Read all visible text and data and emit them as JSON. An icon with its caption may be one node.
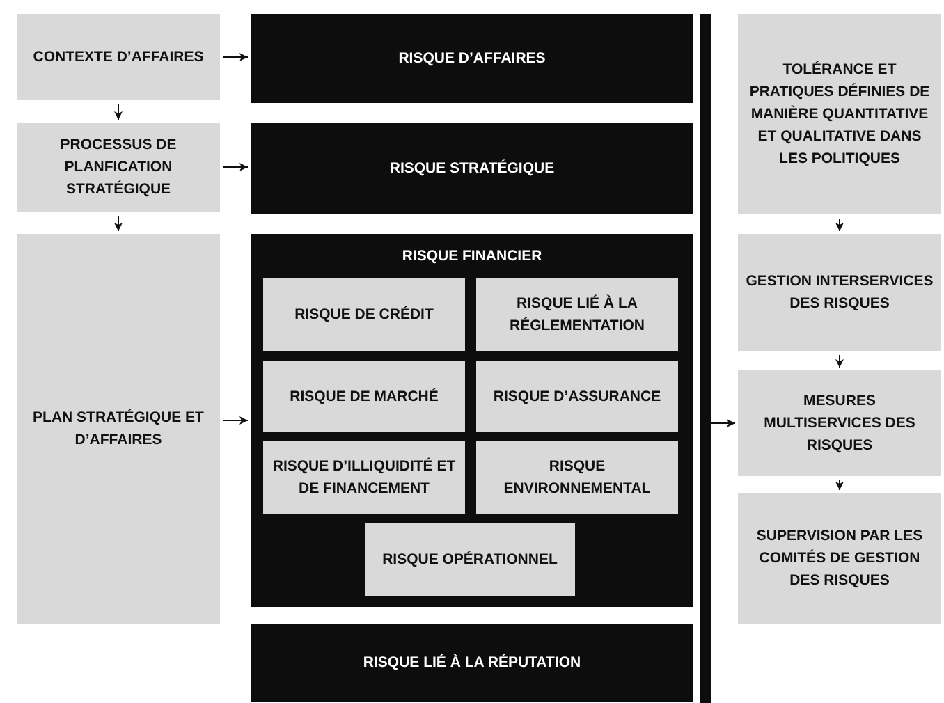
{
  "diagram": {
    "nodes": [
      {
        "text": [
          "CONTEXTE D’AFFAIRES"
        ]
      },
      {
        "text": [
          "RISQUE D’AFFAIRES"
        ]
      },
      {
        "text": [
          "PROCESSUS DE PLANFICATION STRATÉGIQUE"
        ]
      },
      {
        "text": [
          "RISQUE STRATÉGIQUE"
        ]
      },
      {
        "text": [
          "PLAN STRATÉGIQUE ET D’AFFAIRES"
        ]
      },
      {
        "text": [
          "RISQUE FINANCIER"
        ]
      },
      {
        "text": [
          "RISQUE DE CRÉDIT"
        ],
        "in": 5
      },
      {
        "text": [
          "RISQUE LIÉ À LA RÉGLEMENTATION"
        ],
        "in": 5
      },
      {
        "text": [
          "RISQUE DE MARCHÉ"
        ],
        "in": 5
      },
      {
        "text": [
          "RISQUE D’ASSURANCE"
        ],
        "in": 5
      },
      {
        "text": [
          "RISQUE D’ILLIQUIDITÉ ET DE FINANCEMENT"
        ],
        "in": 5
      },
      {
        "text": [
          "RISQUE ENVIRONNEMENTAL"
        ],
        "in": 5
      },
      {
        "text": [
          "RISQUE OPÉRATIONNEL"
        ],
        "in": 5
      },
      {
        "text": [
          "RISQUE LIÉ À LA RÉPUTATION"
        ]
      },
      {
        "text": [],
        "shape": "bar"
      },
      {
        "text": [
          "TOLÉRANCE ET PRATIQUES DÉFINIES DE MANIÈRE QUANTITATIVE ET QUALITATIVE DANS LES POLITIQUES"
        ]
      },
      {
        "text": [
          "GESTION INTERSERVICES DES RISQUES"
        ]
      },
      {
        "text": [
          "MESURES MULTISERVICES DES RISQUES"
        ]
      },
      {
        "text": [
          "SUPERVISION PAR LES COMITÉS DE GESTION DES RISQUES"
        ]
      }
    ],
    "edges": [
      {
        "from": 0,
        "to": 1,
        "arrow": "to"
      },
      {
        "from": 0,
        "to": 2,
        "arrow": "to"
      },
      {
        "from": 2,
        "to": 3,
        "arrow": "to"
      },
      {
        "from": 2,
        "to": 4,
        "arrow": "to"
      },
      {
        "from": 4,
        "to": 5,
        "arrow": "to"
      },
      {
        "from": 14,
        "to": 17,
        "arrow": "to"
      },
      {
        "from": 15,
        "to": 16,
        "arrow": "to"
      },
      {
        "from": 16,
        "to": 17,
        "arrow": "to"
      },
      {
        "from": 17,
        "to": 18,
        "arrow": "to"
      }
    ]
  }
}
